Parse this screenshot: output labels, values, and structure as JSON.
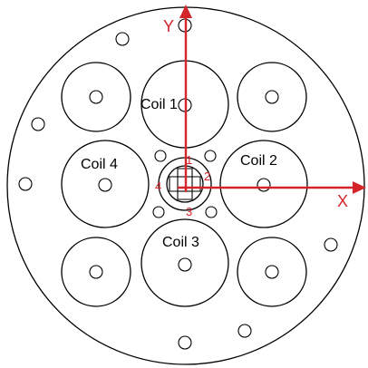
{
  "axes": {
    "x_label": "X",
    "y_label": "Y",
    "color": "#d6242b"
  },
  "coils": [
    {
      "label": "Coil 1"
    },
    {
      "label": "Coil 2"
    },
    {
      "label": "Coil 3"
    },
    {
      "label": "Coil 4"
    }
  ],
  "center_markers": [
    "1",
    "2",
    "3",
    "4"
  ]
}
